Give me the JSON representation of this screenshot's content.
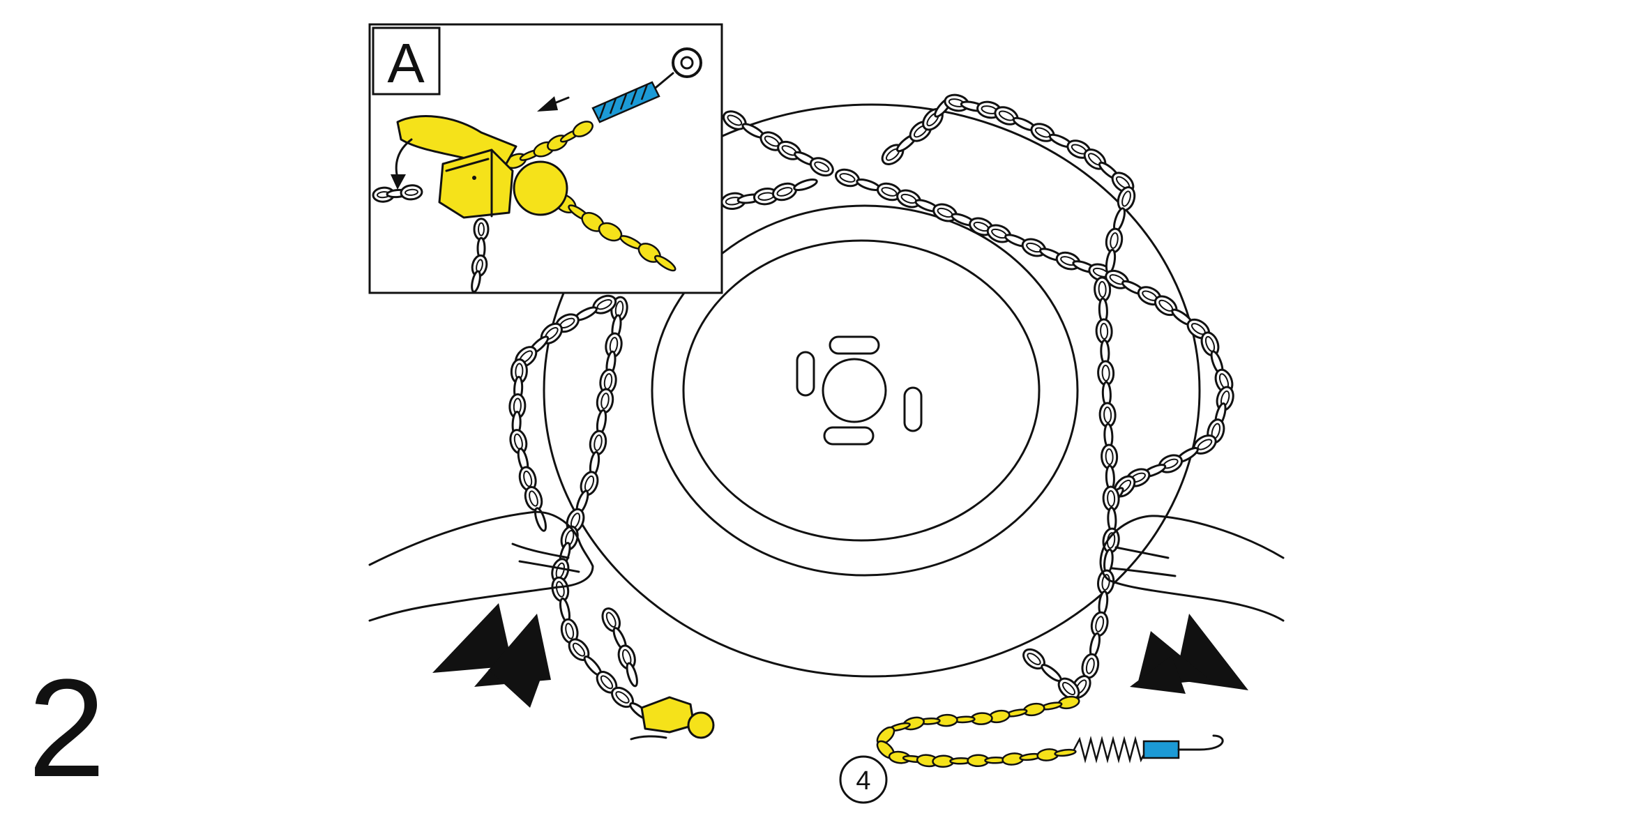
{
  "figure": {
    "step_number": "2",
    "inset_label": "A",
    "callout_number": "4"
  },
  "colors": {
    "ink": "#111111",
    "chain_highlight": "#f5e21a",
    "tensioner_spring": "#1c9ad6",
    "background": "#ffffff"
  },
  "icons": {
    "pull_direction_left": "double-arrow-left-icon",
    "pull_direction_right": "double-arrow-right-icon",
    "inset_direction": "curved-arrow-icon"
  }
}
